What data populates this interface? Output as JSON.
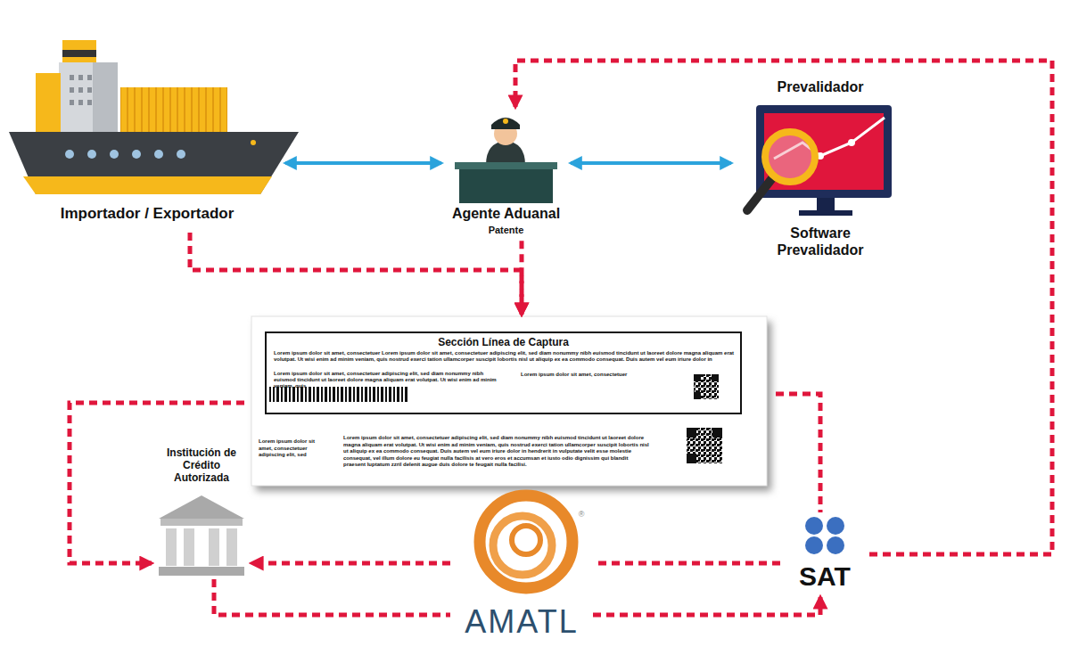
{
  "diagram": {
    "nodes": [
      {
        "text": [
          "Importador / Exportador"
        ]
      },
      {
        "text": [
          "Agente Aduanal",
          "Patente"
        ]
      },
      {
        "text": [
          "Prevalidador",
          "Software Prevalidador"
        ]
      },
      {
        "text": [
          "Lorem ipsum dolor sit amet, consectetuer adipiscing elit, sed",
          "Lorem ipsum dolor sit amet, consectetuer adipiscing elit, sed diam nonummy nibh euismod tincidunt ut laoreet dolore magna aliquam erat volutpat. Ut wisi enim ad minim veniam, quis nostrud exerci tation ullamcorper suscipit lobortis nisl ut aliquip ex ea commodo consequat. Duis autem vel eum iriure dolor in hendrerit in vulputate velit esse molestie consequat, vel illum dolore eu feugiat nulla facilisis at vero eros et accumsan et iusto odio dignissim qui blandit praesent luptatum zzril delenit augue duis dolore te feugait nulla facilisi."
        ]
      },
      {
        "text": [
          "Sección Línea de Captura",
          "Lorem ipsum dolor sit amet, consectetuer Lorem ipsum dolor sit amet, consectetuer adipiscing elit, sed diam nonummy nibh euismod tincidunt ut laoreet dolore magna aliquam erat volutpat. Ut wisi enim ad minim veniam, quis nostrud exerci tation ullamcorper suscipit lobortis nisl ut aliquip ex ea commodo consequat. Duis autem vel eum iriure dolor in",
          "Lorem ipsum dolor sit amet, consectetuer adipiscing elit, sed diam nonummy nibh euismod tincidunt ut laoreet dolore magna aliquam erat volutpat. Ut wisi enim ad minim veniam, quis",
          "Lorem ipsum dolor sit amet, consectetuer"
        ],
        "in": 3
      },
      {
        "text": [
          "Institución de Crédito Autorizada"
        ]
      },
      {
        "text": [
          "AMATL",
          "®"
        ]
      },
      {
        "text": [
          "SAT"
        ]
      }
    ],
    "edges": [
      {
        "from": 0,
        "to": 1,
        "arrow": "both"
      },
      {
        "from": 1,
        "to": 2,
        "arrow": "both"
      },
      {
        "from": 0,
        "to": 3,
        "arrow": "to"
      },
      {
        "from": 1,
        "to": 3,
        "arrow": "to"
      },
      {
        "from": 7,
        "to": 1,
        "arrow": "to"
      },
      {
        "from": 3,
        "to": 5,
        "arrow": "to"
      },
      {
        "from": 3,
        "to": 7,
        "arrow": "none"
      },
      {
        "from": 7,
        "to": 6,
        "arrow": "none"
      },
      {
        "from": 6,
        "to": 5,
        "arrow": "to"
      },
      {
        "from": 5,
        "to": 6,
        "arrow": "none"
      },
      {
        "from": 6,
        "to": 7,
        "arrow": "to"
      }
    ]
  }
}
